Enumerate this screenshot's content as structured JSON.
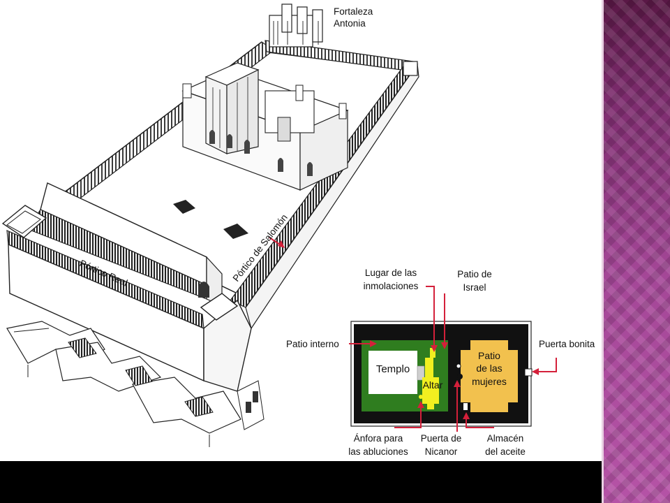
{
  "labels": {
    "fortress": [
      "Fortaleza",
      "Antonia"
    ],
    "royal_portico": "Pórtico Real",
    "solomon_portico": "Pórtico de Salomón",
    "sacrifice_place": [
      "Lugar de las",
      "inmolaciones"
    ],
    "israel_court": [
      "Patio de",
      "Israel"
    ],
    "inner_court": "Patio interno",
    "temple": "Templo",
    "altar": "Altar",
    "women_court": [
      "Patio",
      "de las",
      "mujeres"
    ],
    "beautiful_gate": "Puerta bonita",
    "ablution_jar": [
      "Ánfora para",
      "las abluciones"
    ],
    "nicanor_gate": [
      "Puerta de",
      "Nicanor"
    ],
    "oil_store": [
      "Almacén",
      "del aceite"
    ]
  },
  "colors": {
    "inner_court_green": "#2f7d1f",
    "women_court_yellow": "#f2c14e",
    "altar_yellow": "#f1ef20",
    "wall_black": "#111111",
    "arrow_red": "#d4203a",
    "side_strip_purple": "#a44797"
  }
}
